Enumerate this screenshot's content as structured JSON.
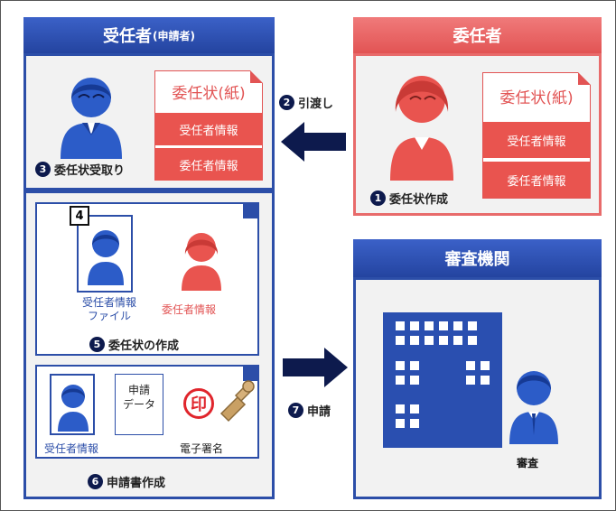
{
  "colors": {
    "blue": "#2c4ea8",
    "navy": "#0d1a4d",
    "red": "#e25454",
    "panel_bg": "#f2f2f2"
  },
  "applicant": {
    "header": "受任者",
    "header_small": "(申請者)",
    "receive_step": {
      "num": "3",
      "label": "委任状受取り"
    },
    "create_step": {
      "num": "5",
      "label": "委任状の作成"
    },
    "apply_step": {
      "num": "6",
      "label": "申請書作成"
    },
    "file_badge": "4",
    "file_label_line1": "受任者情報",
    "file_label_line2": "ファイル",
    "delegator_info": "委任者情報",
    "doc_info_label": "受任者情報",
    "data_doc_line1": "申請",
    "data_doc_line2": "データ",
    "stamp_char": "印",
    "signature_label": "電子署名"
  },
  "delegator": {
    "header": "委任者",
    "create_step": {
      "num": "1",
      "label": "委任状作成"
    }
  },
  "letter": {
    "title": "委任状(紙)",
    "row1": "受任者情報",
    "row2": "委任者情報"
  },
  "handover": {
    "num": "2",
    "label": "引渡し"
  },
  "apply": {
    "num": "7",
    "label": "申請"
  },
  "authority": {
    "header": "審査機関",
    "review_label": "審査"
  }
}
